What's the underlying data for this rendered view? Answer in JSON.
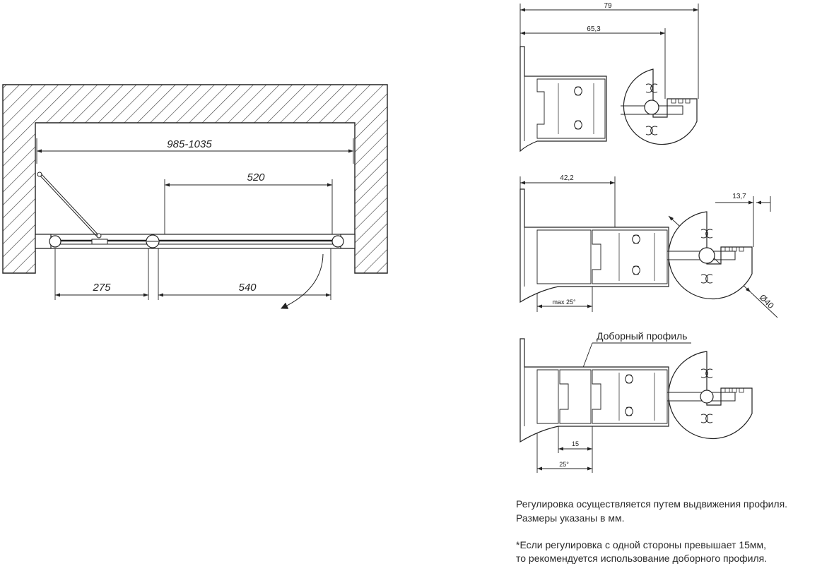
{
  "plan": {
    "dim_total": "985-1035",
    "dim_door": "520",
    "dim_left": "275",
    "dim_right": "540"
  },
  "profile_1": {
    "dim_outer": "79",
    "dim_inner": "65,3"
  },
  "profile_2": {
    "dim_width": "42,2",
    "dim_small": "13,7",
    "dim_diameter": "Ø40",
    "dim_max_angle": "max 25°"
  },
  "profile_3": {
    "extension_label": "Доборный профиль",
    "dim_extension": "15",
    "dim_angle": "25°"
  },
  "notes": {
    "adjustment": "Регулировка осуществляется путем выдвижения профиля.",
    "units": "Размеры указаны в мм.",
    "footnote_1": "*Если регулировка с одной стороны превышает 15мм,",
    "footnote_2": "то рекомендуется использование доборного профиля."
  }
}
